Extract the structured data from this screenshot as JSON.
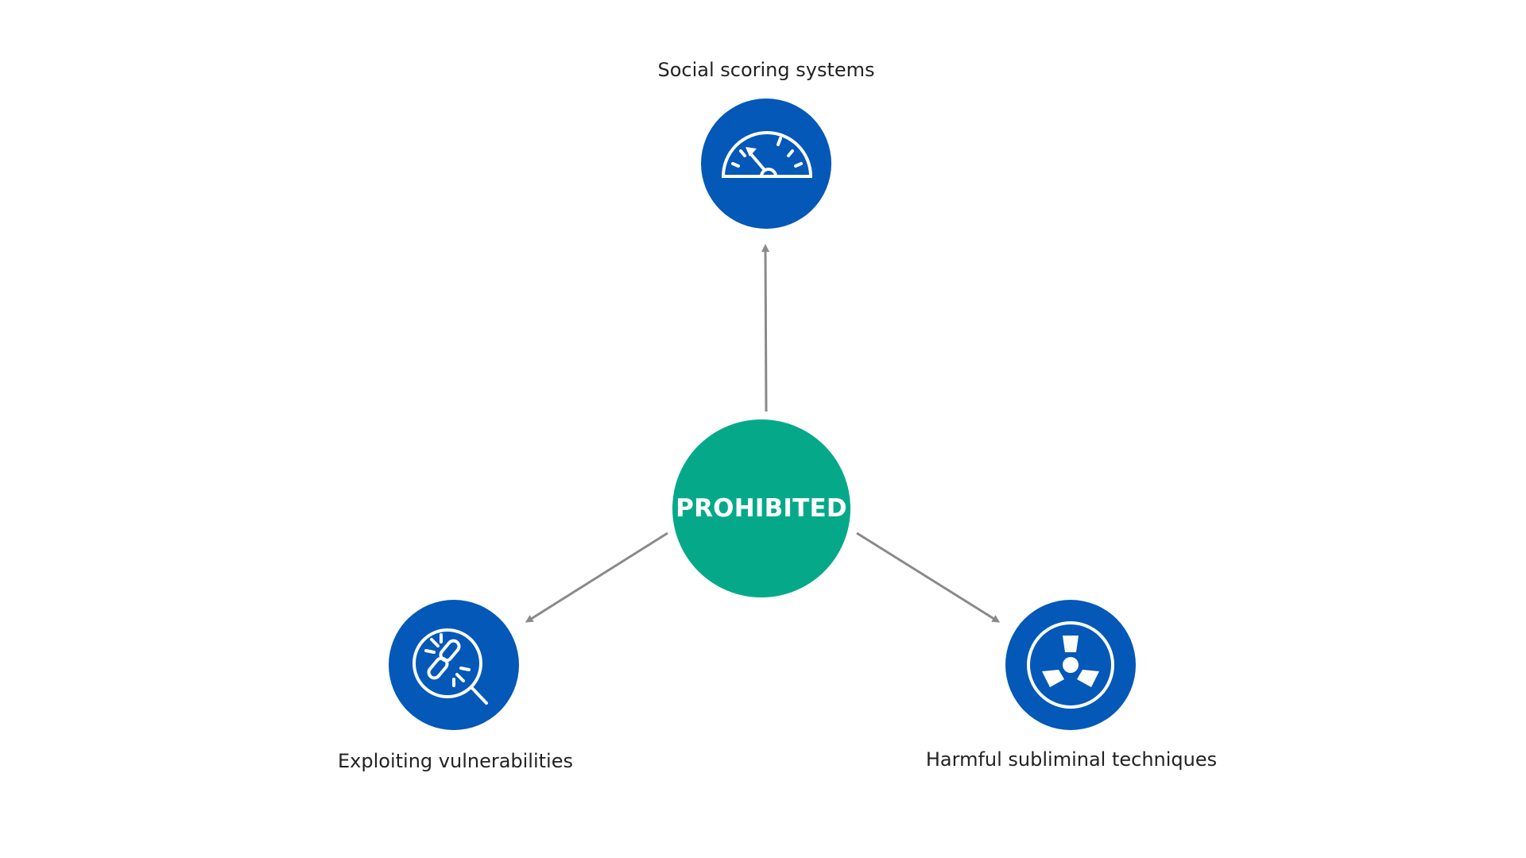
{
  "diagram": {
    "center": {
      "label": "PROHIBITED"
    },
    "nodes": [
      {
        "label": "Social scoring systems",
        "icon": "speedometer-icon"
      },
      {
        "label": "Exploiting vulnerabilities",
        "icon": "broken-link-magnifier-icon"
      },
      {
        "label": "Harmful subliminal techniques",
        "icon": "radiation-icon"
      }
    ]
  },
  "colors": {
    "center": "#05A98A",
    "node": "#0458B8",
    "arrow": "#8A8A8A",
    "text": "#222222",
    "icon": "#FFFFFF"
  }
}
